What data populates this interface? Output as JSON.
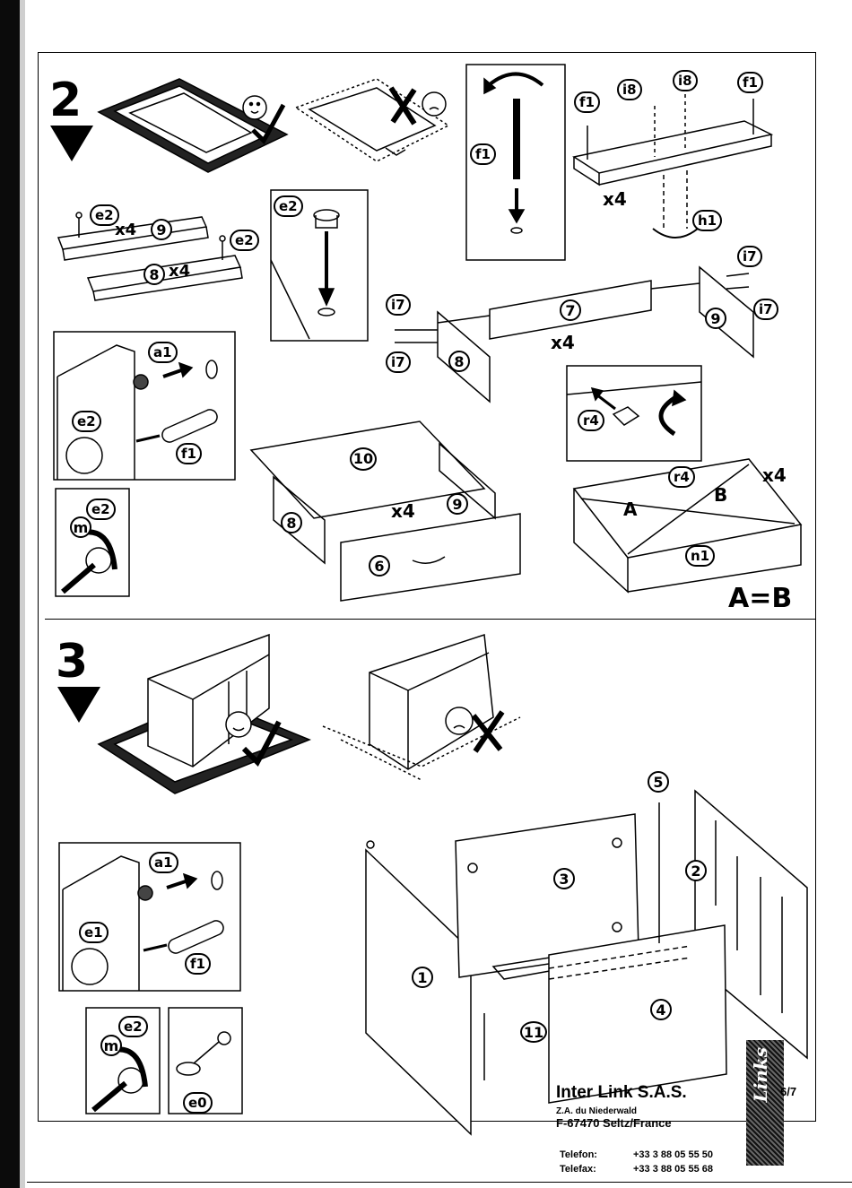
{
  "step2": {
    "number": "2",
    "labels": {
      "e2_a": "e2",
      "x4_a": "x4",
      "p9_a": "9",
      "e2_b": "e2",
      "p8_a": "8",
      "x4_b": "x4",
      "e2_c": "e2",
      "f1_a": "f1",
      "f1_b": "f1",
      "i8_a": "i8",
      "i8_b": "i8",
      "f1_c": "f1",
      "x4_c": "x4",
      "h1": "h1",
      "i7_a": "i7",
      "i7_b": "i7",
      "i7_c": "i7",
      "i7_d": "i7",
      "p7": "7",
      "x4_d": "x4",
      "p8_b": "8",
      "p9_b": "9",
      "a1": "a1",
      "e2_d": "e2",
      "f1_d": "f1",
      "m_a": "m",
      "e2_e": "e2",
      "p10": "10",
      "x4_e": "x4",
      "p9_c": "9",
      "p8_c": "8",
      "p6": "6",
      "r4_a": "r4",
      "r4_b": "r4",
      "x4_f": "x4",
      "A": "A",
      "B": "B",
      "n1": "n1",
      "ab": "A=B"
    }
  },
  "step3": {
    "number": "3",
    "labels": {
      "a1": "a1",
      "e1": "e1",
      "f1": "f1",
      "m": "m",
      "e2": "e2",
      "e0": "e0",
      "p5": "5",
      "p3": "3",
      "p2": "2",
      "p1": "1",
      "p4": "4",
      "p11": "11"
    }
  },
  "footer": {
    "company": "Inter Link S.A.S.",
    "za": "Z.A. du Niederwald",
    "city": "F-67470 Seltz/France",
    "tel_label": "Telefon:",
    "tel": "+33 3 88 05 55 50",
    "fax_label": "Telefax:",
    "fax": "+33 3 88 05 55 68",
    "page": "6/7",
    "logo": "Links"
  }
}
